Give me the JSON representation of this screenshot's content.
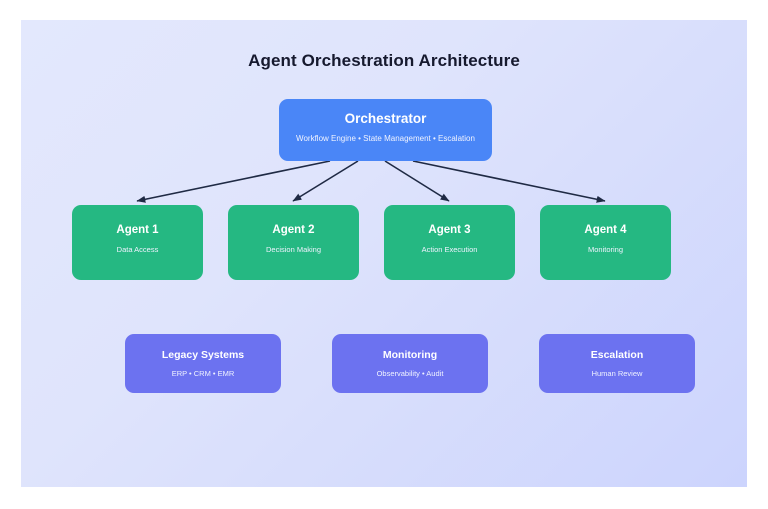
{
  "diagram": {
    "title": "Agent Orchestration Architecture",
    "background_gradient_from": "#e3e8fd",
    "background_gradient_to": "#ccd4fd",
    "connector_color": "#1f2a44",
    "orchestrator": {
      "title": "Orchestrator",
      "subtitle": "Workflow Engine • State Management • Escalation",
      "color": "#4a86f7"
    },
    "agents": [
      {
        "title": "Agent 1",
        "subtitle": "Data Access",
        "color": "#25b882"
      },
      {
        "title": "Agent 2",
        "subtitle": "Decision Making",
        "color": "#25b882"
      },
      {
        "title": "Agent 3",
        "subtitle": "Action Execution",
        "color": "#25b882"
      },
      {
        "title": "Agent 4",
        "subtitle": "Monitoring",
        "color": "#25b882"
      }
    ],
    "support_systems": [
      {
        "title": "Legacy Systems",
        "subtitle": "ERP • CRM • EMR",
        "color": "#6c72f0"
      },
      {
        "title": "Monitoring",
        "subtitle": "Observability • Audit",
        "color": "#6c72f0"
      },
      {
        "title": "Escalation",
        "subtitle": "Human Review",
        "color": "#6c72f0"
      }
    ],
    "connectors": [
      {
        "from": "orchestrator",
        "to": "Agent 1"
      },
      {
        "from": "orchestrator",
        "to": "Agent 2"
      },
      {
        "from": "orchestrator",
        "to": "Agent 3"
      },
      {
        "from": "orchestrator",
        "to": "Agent 4"
      }
    ]
  }
}
